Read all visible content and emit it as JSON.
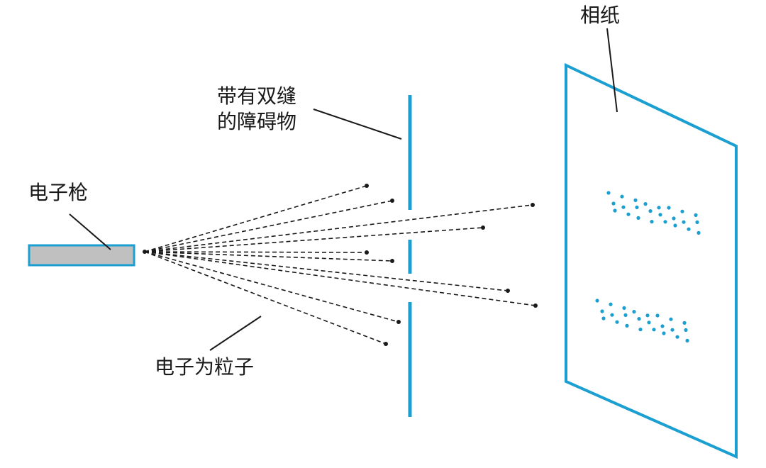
{
  "labels": {
    "photo_paper": "相纸",
    "obstacle_line1": "带有双缝",
    "obstacle_line2": "的障碍物",
    "electron_gun": "电子枪",
    "electrons_as_particles": "电子为粒子"
  },
  "colors": {
    "accent": "#1a9fd0",
    "gun_fill": "#c0c0c0",
    "line": "#1a1a1a",
    "text": "#1a1a1a"
  }
}
